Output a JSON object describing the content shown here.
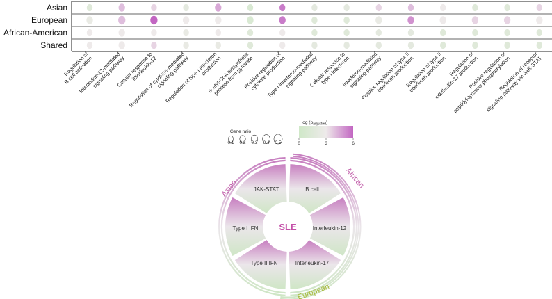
{
  "rows": [
    "Asian",
    "European",
    "African-American",
    "Shared"
  ],
  "pathways": [
    "Regulation of\nB cell activation",
    "Interleukin-12-mediated\nsignaling pathway",
    "Cellular response to\ninterleukin-12",
    "Regulation of cytokine-mediated\nsignaling pathway",
    "Regulation of type I interferon\nproduction",
    "acetyl-CoA biosynthetic\nprocess from pyruvate",
    "Positive regulation of\ncytokine production",
    "Type I interferon-mediated\nsignaling pathway",
    "Cellular response to\ntype I interferon",
    "Interferon-mediated\nsignaling pathway",
    "Positive regulation of type II\ninterferon production",
    "Regulation of type II\ninterferon production",
    "Regulation of\ninterleukin-17 production",
    "Positive regulation of\npeptidyl-tyrosine phosphorylation",
    "Regulation of receptor\nsignaling pathway via JAK-STAT"
  ],
  "chart_data": {
    "type": "dot_matrix",
    "rows": [
      "Asian",
      "European",
      "African-American",
      "Shared"
    ],
    "neglog_p": [
      [
        1.5,
        4.0,
        3.5,
        2.0,
        4.5,
        1.0,
        5.5,
        2.0,
        2.0,
        3.5,
        4.0,
        3.0,
        1.5,
        1.5,
        3.5
      ],
      [
        2.5,
        4.0,
        6.0,
        3.0,
        3.0,
        1.0,
        5.5,
        1.5,
        1.5,
        2.5,
        5.0,
        3.0,
        3.5,
        3.5,
        3.0
      ],
      [
        3.0,
        3.0,
        3.0,
        2.5,
        3.0,
        1.5,
        3.0,
        1.5,
        1.5,
        2.0,
        2.0,
        1.5,
        1.5,
        1.5,
        1.5
      ],
      [
        3.0,
        3.0,
        3.5,
        2.5,
        2.5,
        1.5,
        3.0,
        2.0,
        2.0,
        2.0,
        2.0,
        1.5,
        1.5,
        1.5,
        1.5
      ]
    ],
    "gene_ratio": [
      [
        0.3,
        0.4,
        0.3,
        0.3,
        0.4,
        0.3,
        0.3,
        0.3,
        0.3,
        0.3,
        0.3,
        0.3,
        0.3,
        0.3,
        0.3
      ],
      [
        0.4,
        0.5,
        0.5,
        0.4,
        0.4,
        0.4,
        0.4,
        0.3,
        0.3,
        0.4,
        0.4,
        0.4,
        0.4,
        0.4,
        0.4
      ],
      [
        0.3,
        0.4,
        0.3,
        0.3,
        0.3,
        0.3,
        0.3,
        0.3,
        0.3,
        0.3,
        0.3,
        0.3,
        0.3,
        0.3,
        0.3
      ],
      [
        0.3,
        0.4,
        0.3,
        0.3,
        0.3,
        0.3,
        0.3,
        0.3,
        0.3,
        0.3,
        0.3,
        0.3,
        0.3,
        0.3,
        0.3
      ]
    ],
    "color_scale": {
      "min": 0,
      "max": 6,
      "low": "#cfe8c8",
      "mid": "#eeeaea",
      "high": "#c266c2"
    }
  },
  "legend": {
    "size_title": "Gene ratio",
    "size_values": [
      "0.1",
      "0.2",
      "0.3",
      "0.4",
      "0.5"
    ],
    "color_title_main": "−log (p",
    "color_title_sub": "adjusted",
    "color_title_end": ")",
    "color_ticks": [
      "0",
      "3",
      "6"
    ]
  },
  "wheel": {
    "center": "SLE",
    "segments": [
      "JAK-STAT",
      "B cell",
      "Interleukin-12",
      "Interleukin-17",
      "Type II IFN",
      "Type I IFN"
    ],
    "arcs": [
      {
        "label": "Asian",
        "color": "#c05aa8"
      },
      {
        "label": "African",
        "color": "#c05aa8"
      },
      {
        "label": "European",
        "color": "#a7b93a"
      }
    ]
  },
  "colors": {
    "pink": "#c266c2",
    "green": "#cfe8c8",
    "sle": "#c44fa8"
  }
}
